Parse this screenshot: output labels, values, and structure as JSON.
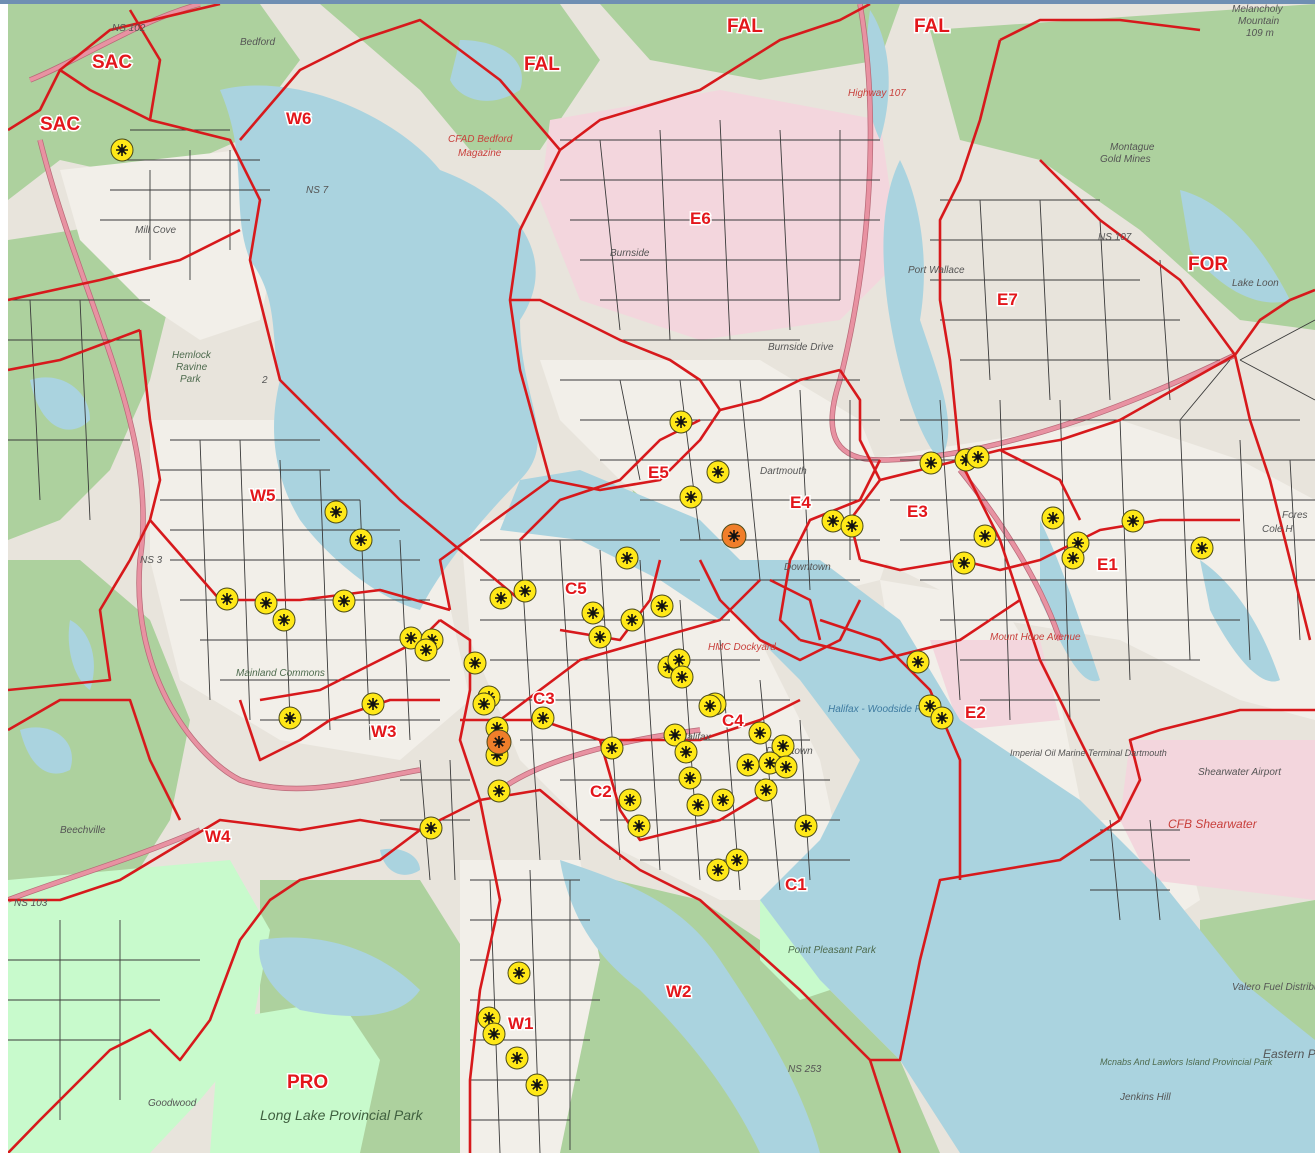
{
  "window": {
    "accent_color": "#6f8fb3"
  },
  "colors": {
    "boundary": "#d7191c",
    "label": "#e3161b",
    "marker_yellow": "#ffe818",
    "marker_orange": "#f07e2a",
    "water": "#aad3df",
    "woodland": "#add19e",
    "park": "#c8facc",
    "urban": "#f2efe9",
    "military": "#f3d6dd"
  },
  "districts": [
    {
      "id": "SAC",
      "label": "SAC"
    },
    {
      "id": "SAC2",
      "label": "SAC"
    },
    {
      "id": "FAL1",
      "label": "FAL"
    },
    {
      "id": "FAL2",
      "label": "FAL"
    },
    {
      "id": "FAL3",
      "label": "FAL"
    },
    {
      "id": "W6",
      "label": "W6"
    },
    {
      "id": "E6",
      "label": "E6"
    },
    {
      "id": "FOR",
      "label": "FOR"
    },
    {
      "id": "E7",
      "label": "E7"
    },
    {
      "id": "W5",
      "label": "W5"
    },
    {
      "id": "E5",
      "label": "E5"
    },
    {
      "id": "E4",
      "label": "E4"
    },
    {
      "id": "E3",
      "label": "E3"
    },
    {
      "id": "C5",
      "label": "C5"
    },
    {
      "id": "E1",
      "label": "E1"
    },
    {
      "id": "C3",
      "label": "C3"
    },
    {
      "id": "W3",
      "label": "W3"
    },
    {
      "id": "C4",
      "label": "C4"
    },
    {
      "id": "E2",
      "label": "E2"
    },
    {
      "id": "C2",
      "label": "C2"
    },
    {
      "id": "W4",
      "label": "W4"
    },
    {
      "id": "C1",
      "label": "C1"
    },
    {
      "id": "W2",
      "label": "W2"
    },
    {
      "id": "W1",
      "label": "W1"
    },
    {
      "id": "PRO",
      "label": "PRO"
    }
  ],
  "places": [
    {
      "id": "bedford",
      "label": "Bedford"
    },
    {
      "id": "melancholy",
      "label": "Melancholy"
    },
    {
      "id": "mountain",
      "label": "Mountain"
    },
    {
      "id": "elev",
      "label": "109 m"
    },
    {
      "id": "cfad",
      "label": "CFAD Bedford"
    },
    {
      "id": "magazine",
      "label": "Magazine"
    },
    {
      "id": "mill-cove",
      "label": "Mill Cove"
    },
    {
      "id": "montague",
      "label": "Montague"
    },
    {
      "id": "gold-mines",
      "label": "Gold Mines"
    },
    {
      "id": "burnside",
      "label": "Burnside"
    },
    {
      "id": "burnside-drive",
      "label": "Burnside Drive"
    },
    {
      "id": "port-wallace",
      "label": "Port Wallace"
    },
    {
      "id": "hemlock",
      "label": "Hemlock"
    },
    {
      "id": "ravine",
      "label": "Ravine"
    },
    {
      "id": "park-hr",
      "label": "Park"
    },
    {
      "id": "dartmouth",
      "label": "Dartmouth"
    },
    {
      "id": "downtown-dartmouth",
      "label": "Downtown"
    },
    {
      "id": "mount-hope",
      "label": "Mount Hope Avenue"
    },
    {
      "id": "mainland-commons",
      "label": "Mainland Commons"
    },
    {
      "id": "hmc-dockyard",
      "label": "HMC Dockyard"
    },
    {
      "id": "halifax",
      "label": "Halifax"
    },
    {
      "id": "downtown-halifax",
      "label": "Downtown"
    },
    {
      "id": "ferry",
      "label": "Halifax - Woodside Ferry"
    },
    {
      "id": "imperial",
      "label": "Imperial Oil Marine Terminal Dartmouth"
    },
    {
      "id": "shearwater",
      "label": "Shearwater Airport"
    },
    {
      "id": "cfb",
      "label": "CFB Shearwater"
    },
    {
      "id": "beechville",
      "label": "Beechville"
    },
    {
      "id": "point-pleasant",
      "label": "Point Pleasant Park"
    },
    {
      "id": "valero",
      "label": "Valero Fuel Distribution"
    },
    {
      "id": "jenkins",
      "label": "Jenkins Hill"
    },
    {
      "id": "mcnabs",
      "label": "Mcnabs And Lawlors Island Provincial Park"
    },
    {
      "id": "eastern-passage",
      "label": "Eastern Pass"
    },
    {
      "id": "goodwood",
      "label": "Goodwood"
    },
    {
      "id": "long-lake",
      "label": "Long Lake Provincial Park"
    },
    {
      "id": "cole-harbour",
      "label": "Cole H"
    },
    {
      "id": "forest",
      "label": "Fores"
    },
    {
      "id": "lake-loon",
      "label": "Lake Loon"
    },
    {
      "id": "highway-107",
      "label": "NS 107"
    },
    {
      "id": "highway-102",
      "label": "NS 102"
    },
    {
      "id": "highway-7",
      "label": "NS 7"
    },
    {
      "id": "highway-2",
      "label": "2"
    },
    {
      "id": "highway-103",
      "label": "NS 103"
    },
    {
      "id": "highway-253",
      "label": "NS 253"
    },
    {
      "id": "highway-3",
      "label": "NS 3"
    },
    {
      "id": "highway-num",
      "label": "Highway 107"
    }
  ],
  "markers": [
    {
      "type": "yellow"
    },
    {
      "type": "yellow"
    },
    {
      "type": "yellow"
    },
    {
      "type": "yellow"
    },
    {
      "type": "yellow"
    },
    {
      "type": "yellow"
    },
    {
      "type": "yellow"
    },
    {
      "type": "yellow"
    },
    {
      "type": "yellow"
    },
    {
      "type": "yellow"
    },
    {
      "type": "yellow"
    },
    {
      "type": "yellow"
    },
    {
      "type": "yellow"
    },
    {
      "type": "yellow"
    },
    {
      "type": "yellow"
    },
    {
      "type": "yellow"
    },
    {
      "type": "yellow"
    },
    {
      "type": "yellow"
    },
    {
      "type": "yellow"
    },
    {
      "type": "yellow"
    },
    {
      "type": "yellow"
    },
    {
      "type": "yellow"
    },
    {
      "type": "yellow"
    },
    {
      "type": "yellow"
    },
    {
      "type": "yellow"
    },
    {
      "type": "yellow"
    },
    {
      "type": "yellow"
    },
    {
      "type": "yellow"
    },
    {
      "type": "yellow"
    },
    {
      "type": "yellow"
    },
    {
      "type": "yellow"
    },
    {
      "type": "yellow"
    },
    {
      "type": "yellow"
    },
    {
      "type": "yellow"
    },
    {
      "type": "yellow"
    },
    {
      "type": "yellow"
    },
    {
      "type": "yellow"
    },
    {
      "type": "yellow"
    },
    {
      "type": "yellow"
    },
    {
      "type": "yellow"
    },
    {
      "type": "yellow"
    },
    {
      "type": "yellow"
    },
    {
      "type": "yellow"
    },
    {
      "type": "yellow"
    },
    {
      "type": "yellow"
    },
    {
      "type": "yellow"
    },
    {
      "type": "yellow"
    },
    {
      "type": "yellow"
    },
    {
      "type": "yellow"
    },
    {
      "type": "yellow"
    },
    {
      "type": "yellow"
    },
    {
      "type": "yellow"
    },
    {
      "type": "yellow"
    },
    {
      "type": "yellow"
    },
    {
      "type": "yellow"
    },
    {
      "type": "yellow"
    },
    {
      "type": "yellow"
    },
    {
      "type": "yellow"
    },
    {
      "type": "yellow"
    },
    {
      "type": "yellow"
    },
    {
      "type": "yellow"
    },
    {
      "type": "yellow"
    },
    {
      "type": "yellow"
    },
    {
      "type": "yellow"
    },
    {
      "type": "yellow"
    },
    {
      "type": "yellow"
    },
    {
      "type": "yellow"
    },
    {
      "type": "yellow"
    },
    {
      "type": "yellow"
    },
    {
      "type": "yellow"
    },
    {
      "type": "yellow"
    },
    {
      "type": "yellow"
    },
    {
      "type": "orange"
    },
    {
      "type": "orange"
    }
  ]
}
